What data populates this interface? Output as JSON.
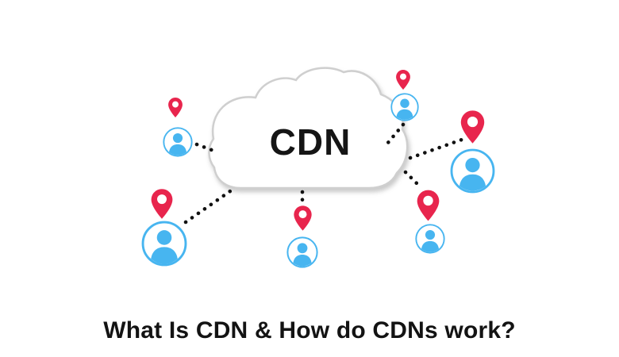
{
  "diagram": {
    "cloud": {
      "label": "CDN"
    },
    "caption": "What Is CDN & How do CDNs work?",
    "nodes": [
      {
        "name": "edge-user-top-left",
        "icons": [
          "location-pin-icon",
          "user-icon"
        ]
      },
      {
        "name": "edge-user-bottom-left",
        "icons": [
          "location-pin-icon",
          "user-icon"
        ]
      },
      {
        "name": "edge-user-bottom-center",
        "icons": [
          "location-pin-icon",
          "user-icon"
        ]
      },
      {
        "name": "edge-user-top-right",
        "icons": [
          "location-pin-icon",
          "user-icon"
        ]
      },
      {
        "name": "edge-user-right",
        "icons": [
          "location-pin-icon",
          "user-icon"
        ]
      },
      {
        "name": "edge-user-bottom-right",
        "icons": [
          "location-pin-icon",
          "user-icon"
        ]
      }
    ],
    "connector_count": 6,
    "colors": {
      "pin_red": "#E8254D",
      "user_blue": "#47B5F0",
      "cloud_fill": "#FFFFFF",
      "cloud_stroke": "#CFCFCF",
      "dotted_line": "#111111",
      "cloud_label_text": "#151515",
      "caption_text": "#131313",
      "background": "#FFFFFF"
    }
  }
}
